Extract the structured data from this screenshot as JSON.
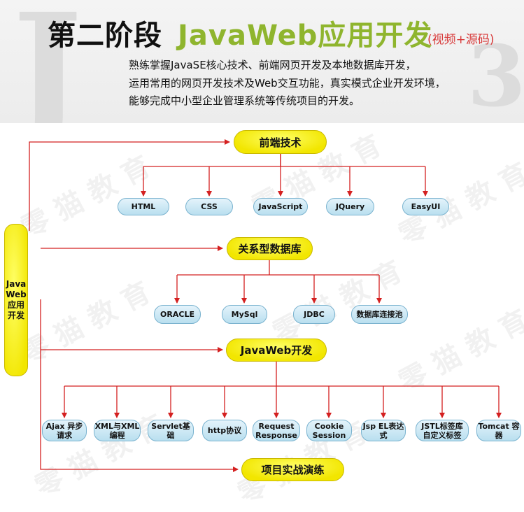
{
  "header": {
    "title": "第二阶段",
    "subtitle": "JavaWeb应用开发",
    "note": "(视频+源码)",
    "description": [
      "熟练掌握JavaSE核心技术、前端网页开发及本地数据库开发，",
      "运用常用的网页开发技术及Web交互功能，真实模式企业开发环境，",
      "能够完成中小型企业管理系统等传统项目的开发。"
    ]
  },
  "watermark": "零 猫 教 育",
  "root": "Java Web 应用 开发",
  "sections": {
    "frontend": {
      "label": "前端技术",
      "items": [
        "HTML",
        "CSS",
        "JavaScript",
        "JQuery",
        "EasyUI"
      ]
    },
    "database": {
      "label": "关系型数据库",
      "items": [
        "ORACLE",
        "MySql",
        "JDBC",
        "数据库连接池"
      ]
    },
    "javaweb": {
      "label": "JavaWeb开发",
      "items": [
        "Ajax 异步请求",
        "XML与XML 编程",
        "Servlet基础",
        "http协议",
        "Request Response",
        "Cookie Session",
        "Jsp EL表达式",
        "JSTL标签库 自定义标签",
        "Tomcat 容器"
      ]
    },
    "project": {
      "label": "项目实战演练"
    }
  },
  "colors": {
    "arrow": "#d42020",
    "yellow": "#f2e600",
    "blue_node": "#c6e6f3",
    "accent_green": "#8fb52e",
    "note_red": "#d83a3a"
  }
}
